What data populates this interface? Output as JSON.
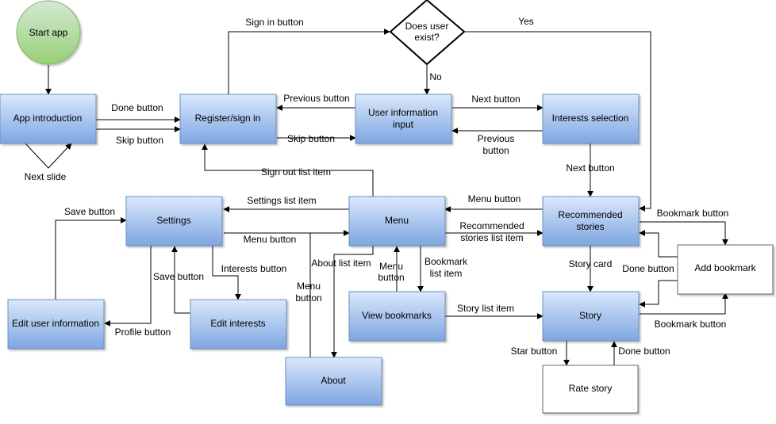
{
  "nodes": {
    "start_app": "Start app",
    "app_introduction": "App introduction",
    "register_sign_in": "Register/sign in",
    "does_user_exist_line1": "Does user",
    "does_user_exist_line2": "exist?",
    "user_information_input_line1": "User information",
    "user_information_input_line2": "input",
    "interests_selection": "Interests selection",
    "settings": "Settings",
    "menu": "Menu",
    "recommended_stories_line1": "Recommended",
    "recommended_stories_line2": "stories",
    "add_bookmark": "Add bookmark",
    "edit_user_information": "Edit user information",
    "edit_interests": "Edit interests",
    "view_bookmarks": "View bookmarks",
    "story": "Story",
    "about": "About",
    "rate_story": "Rate story"
  },
  "edges": {
    "done_button_intro": "Done button",
    "skip_button_intro": "Skip button",
    "next_slide": "Next slide",
    "sign_in_button": "Sign in button",
    "yes": "Yes",
    "no": "No",
    "previous_button_userinfo": "Previous button",
    "skip_button_userinfo": "Skip button",
    "next_button_userinfo": "Next button",
    "previous_button_interests_line1": "Previous",
    "previous_button_interests_line2": "button",
    "next_button_interests": "Next button",
    "sign_out_list_item": "Sign out list item",
    "settings_list_item": "Settings list item",
    "menu_button_recommended": "Menu button",
    "bookmark_button_top": "Bookmark button",
    "save_button_edit_user": "Save button",
    "menu_button_settings": "Menu button",
    "recommended_stories_list_item_line1": "Recommended",
    "recommended_stories_list_item_line2": "stories list item",
    "interests_button": "Interests button",
    "save_button_edit_interests": "Save button",
    "about_list_item": "About list item",
    "menu_button_bookmarks_line1": "Menu",
    "menu_button_bookmarks_line2": "button",
    "bookmark_list_item_line1": "Bookmark",
    "bookmark_list_item_line2": "list item",
    "menu_button_about_line1": "Menu",
    "menu_button_about_line2": "button",
    "story_card": "Story card",
    "done_button_bookmark": "Done button",
    "profile_button": "Profile button",
    "story_list_item": "Story list item",
    "bookmark_button_bottom": "Bookmark button",
    "star_button": "Star button",
    "done_button_rate": "Done button"
  },
  "colors": {
    "start_fill_top": "#d5e8d4",
    "start_fill_bottom": "#97d077",
    "start_stroke": "#82b366",
    "blue_fill_top": "#dae8fc",
    "blue_fill_bottom": "#7ea6e0",
    "blue_stroke": "#6c8ebf"
  }
}
